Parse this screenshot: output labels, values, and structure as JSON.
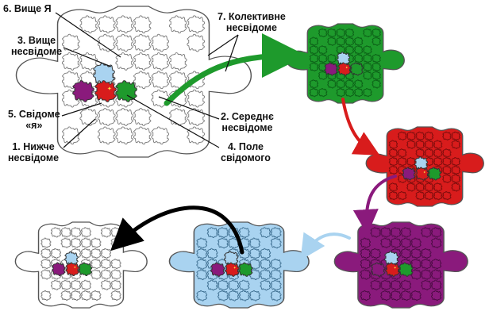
{
  "labels": {
    "higher_self": "6. Вище Я",
    "higher_unconscious": [
      "3. Вище",
      "несвідоме"
    ],
    "conscious_self": [
      "5. Свідоме",
      "«я»"
    ],
    "lower_unconscious": [
      "1. Нижче",
      "несвідоме"
    ],
    "collective_unconscious": [
      "7. Колективне",
      "несвідоме"
    ],
    "middle_unconscious": [
      "2. Середнє",
      "несвідоме"
    ],
    "field_of_consciousness": [
      "4. Поле",
      "свідомого"
    ]
  },
  "colors": {
    "puzzle_white": "#ffffff",
    "puzzle_green": "#1e9a2c",
    "puzzle_red": "#d81c1c",
    "puzzle_purple": "#8a1a7c",
    "puzzle_lightblue": "#a9d3f0",
    "arrow_green": "#1e9a2c",
    "arrow_red": "#d81c1c",
    "arrow_purple": "#8a1a7c",
    "arrow_lightblue": "#a9d3f0",
    "arrow_black": "#000000",
    "outline": "#555555"
  },
  "stages": [
    {
      "name": "stage-white-main",
      "color": "puzzle_white"
    },
    {
      "name": "stage-green",
      "color": "puzzle_green"
    },
    {
      "name": "stage-red",
      "color": "puzzle_red"
    },
    {
      "name": "stage-purple",
      "color": "puzzle_purple"
    },
    {
      "name": "stage-lightblue",
      "color": "puzzle_lightblue"
    },
    {
      "name": "stage-white-final",
      "color": "puzzle_white"
    }
  ]
}
